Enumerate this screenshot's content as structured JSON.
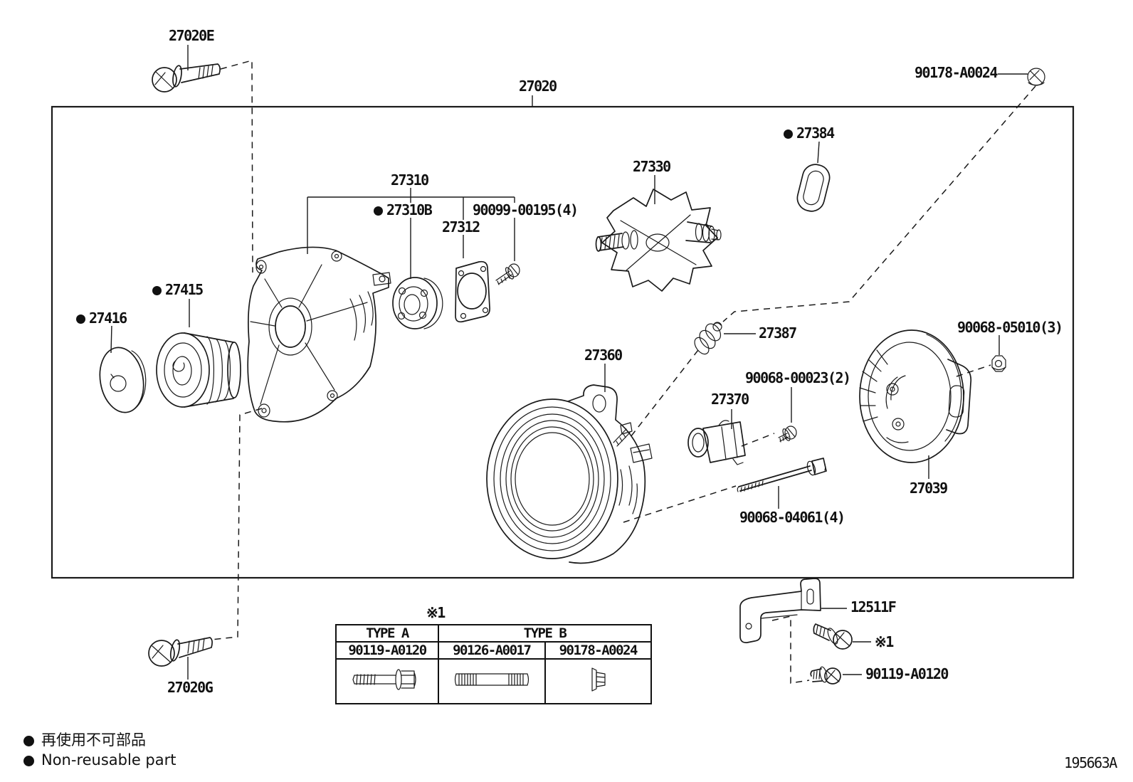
{
  "colors": {
    "background": "#ffffff",
    "line": "#1a1a1a"
  },
  "ref_mark": "※1",
  "figure_code": "195663A",
  "labels": {
    "b27020e": "27020E",
    "a27020": "27020",
    "n90178": "90178-A0024",
    "r27384": "27384",
    "rotor27330": "27330",
    "br27310": "27310",
    "brg27310b": "27310B",
    "s90099": "90099-00195(4)",
    "pl27312": "27312",
    "pul27415": "27415",
    "cap27416": "27416",
    "ins27387": "27387",
    "st27360": "27360",
    "s90068a": "90068-00023(2)",
    "reg27370": "27370",
    "n90068b": "90068-05010(3)",
    "cov27039": "27039",
    "b90068c": "90068-04061(4)",
    "brk12511f": "12511F",
    "b90119": "90119-A0120",
    "b27020g": "27020G"
  },
  "table": {
    "headers": [
      "TYPE A",
      "TYPE B"
    ],
    "part_numbers": [
      "90119-A0120",
      "90126-A0017",
      "90178-A0024"
    ]
  },
  "legend": {
    "jp": "再使用不可部品",
    "en": "Non-reusable part"
  }
}
